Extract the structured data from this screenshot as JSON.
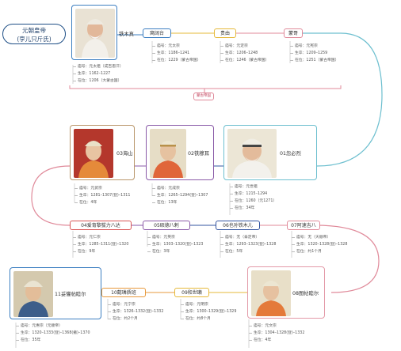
{
  "title": {
    "line1": "元朝皇帝",
    "line2": "(孛儿只斤氏)"
  },
  "note": "蒙古帝国",
  "labels": {
    "miaohao": "庙号：",
    "shengzu": "生卒：",
    "zaiwei": "在位："
  },
  "emperors": [
    {
      "id": "temujin",
      "name": "铁木真",
      "miaohao": "元太祖（成吉思汗）",
      "shengzu": "1162–1227",
      "zaiwei": "1206（大蒙古国）"
    },
    {
      "id": "ogedei",
      "name": "窝阔台",
      "miaohao": "元太宗",
      "shengzu": "1186–1241",
      "zaiwei": "1229（蒙古帝国）"
    },
    {
      "id": "guyuk",
      "name": "贵由",
      "miaohao": "元定宗",
      "shengzu": "1206–1248",
      "zaiwei": "1246（蒙古帝国）"
    },
    {
      "id": "mongke",
      "name": "蒙哥",
      "miaohao": "元宪宗",
      "shengzu": "1209–1259",
      "zaiwei": "1251（蒙古帝国）"
    },
    {
      "id": "kublai",
      "name": "01忽必烈",
      "miaohao": "元世祖",
      "shengzu": "1215–1294",
      "zaiwei": "1260（元1271）",
      "zaiwei2": "34年"
    },
    {
      "id": "temur",
      "name": "02铁穆耳",
      "miaohao": "元成宗",
      "shengzu": "1265–1294(登)–1307",
      "zaiwei": "13年"
    },
    {
      "id": "haishan",
      "name": "03海山",
      "miaohao": "元武宗",
      "shengzu": "1281–1307(登)–1311",
      "zaiwei": "4年"
    },
    {
      "id": "ayurbarwada",
      "name": "04爱育黎拔力八达",
      "miaohao": "元仁宗",
      "shengzu": "1285–1311(登)–1320",
      "zaiwei": "9年"
    },
    {
      "id": "shidebala",
      "name": "05硕德八剌",
      "miaohao": "元英宗",
      "shengzu": "1303–1320(登)–1323",
      "zaiwei": "3年"
    },
    {
      "id": "yesun",
      "name": "06也孙铁木儿",
      "miaohao": "无（泰定帝）",
      "shengzu": "1293–1323(登)–1328",
      "zaiwei": "5年"
    },
    {
      "id": "ragibagh",
      "name": "07阿速吉八",
      "miaohao": "无（天顺帝）",
      "shengzu": "1320–1328(登)–1328",
      "zaiwei": "约1个月"
    },
    {
      "id": "tugh",
      "name": "08图帖睦尔",
      "miaohao": "元文宗",
      "shengzu": "1304–1328(登)–1332",
      "zaiwei": "4年"
    },
    {
      "id": "khoshila",
      "name": "09和世瓎",
      "miaohao": "元明宗",
      "shengzu": "1300–1329(登)–1329",
      "zaiwei": "约8个月"
    },
    {
      "id": "irinchibal",
      "name": "10懿璘质班",
      "miaohao": "元宁宗",
      "shengzu": "1326–1332(登)–1332",
      "zaiwei": "约2个月"
    },
    {
      "id": "toghon",
      "name": "11妥懽帖睦尔",
      "miaohao": "元惠宗（元顺帝）",
      "shengzu": "1320–1333(登)–1368(撤)–1370",
      "zaiwei": "35年"
    }
  ]
}
